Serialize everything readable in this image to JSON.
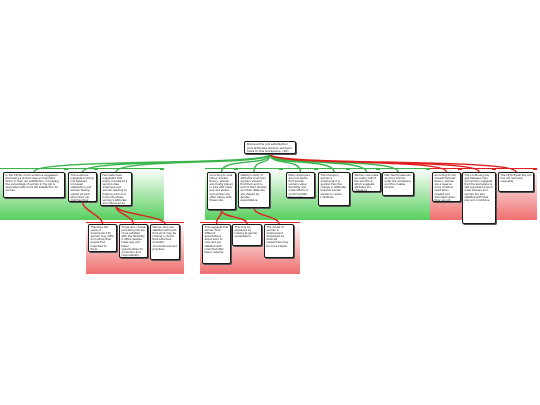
{
  "colors": {
    "positive": "#39b54a",
    "negative": "#e02020",
    "positive_band_top": "#ffffff",
    "positive_band_bottom": "#58cf5e",
    "negative_band_top": "#ffffff",
    "negative_band_bottom": "#ef6f6f"
  },
  "root": {
    "text": "Discuss the job satisfaction and attitudes women workers have to the workplace. (20)"
  },
  "groups": [
    {
      "tone": "positive",
      "parent": {
        "text": "In the 1970s, much evidence suggested that being a woman was an important factor in their job satisfaction. Increasing the percentage of women in the job is associated with more life satisfaction for women."
      },
      "children": []
    },
    {
      "tone": "positive",
      "parent": {
        "text": "This evidence suggests a strong link between increased satisfaction and women feeling valued at work when their job matches their identity and their circumstances."
      },
      "children": [
        {
          "text": "Therefore the value of employment for women may differ from what other people find important to them."
        }
      ]
    },
    {
      "tone": "positive",
      "parent": {
        "text": "Feminists have suggested that being considered a second-class employee and women needing to balance work and home life shows women's attitudes are influenced by family roles."
      },
      "children": [
        {
          "text": "Those who choose part-time jobs are more satisfied with the flexibility it offers despite lower pay and fewer opportunities for promotion and responsibility."
        },
        {
          "text": "Women who are satisfied with part-time work may be making a choice that suits their domestic circumstances and priorities."
        }
      ]
    },
    {
      "tone": "positive",
      "parent": {
        "text": "According to dual labour market theory, women are mostly placed in jobs with lower pay and status and women are often happy with these jobs."
      },
      "children": [
        {
          "text": "This suggests that women hold different expectations about work to men and are satisfied with roles that offer fewer rewards."
        },
        {
          "text": "This may be explained by looking at gender socialisation."
        }
      ]
    },
    {
      "tone": "positive",
      "parent": {
        "text": "Oakley's study of attitudes of women workers showed that their work is part of their identity and their attitudes are shaped by gender expectations."
      },
      "children": [
        {
          "text": "The model of women in employment developed by feminist researchers may be more helpful."
        }
      ]
    },
    {
      "tone": "positive",
      "parent": {
        "text": "Many employers are now aware that women workers value flexibility and make efforts to accommodate their needs."
      },
      "children": []
    },
    {
      "tone": "positive",
      "parent": {
        "text": "The change in women's employment is quicker than the change in attitudes towards women workers in some industries."
      },
      "children": []
    },
    {
      "tone": "positive",
      "parent": {
        "text": "Women now make up nearly half of the workforce, which suggests attitudes are changing."
      },
      "children": []
    },
    {
      "tone": "positive",
      "parent": {
        "text": "Men feel threatened as more women enter the workplace and this creates tension."
      },
      "children": []
    },
    {
      "tone": "negative",
      "parent": {
        "text": "According to the marxist feminist theory, women are a reserve army of labour used when needed and dismissed when they are not required."
      },
      "children": []
    },
    {
      "tone": "negative",
      "parent": {
        "text": "The continuing pay gap between men and women suggests that the workplace is still organised around male workers and women are less satisfied with their pay and conditions."
      },
      "children": []
    },
    {
      "tone": "negative",
      "parent": {
        "text": "The 1970 Equal Pay Act has not removed inequality."
      },
      "children": []
    }
  ]
}
